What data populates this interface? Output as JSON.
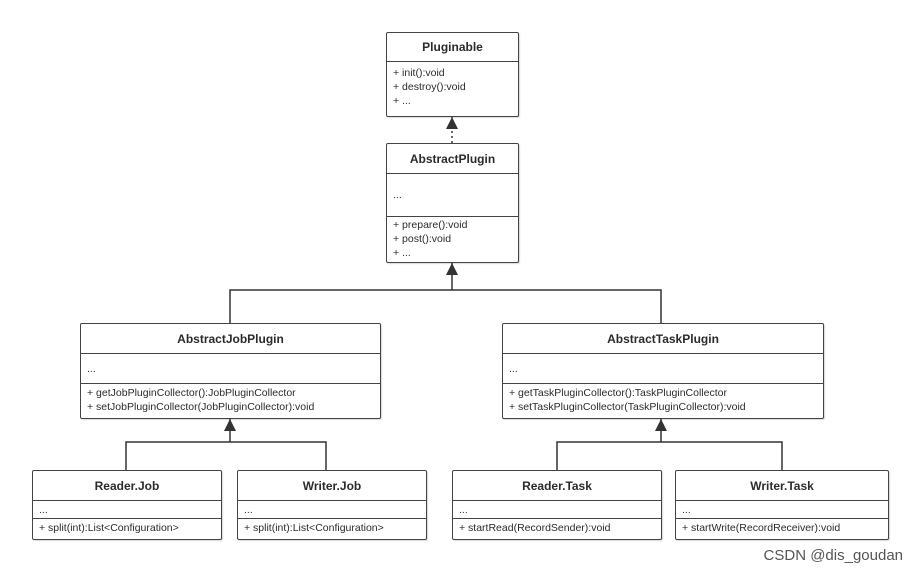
{
  "classes": {
    "pluginable": {
      "name": "Pluginable",
      "attrs": "",
      "ops": [
        "+ init():void",
        "+ destroy():void",
        "+ ..."
      ]
    },
    "abstract_plugin": {
      "name": "AbstractPlugin",
      "attrs": "...",
      "ops": [
        "+ prepare():void",
        "+ post():void",
        "+ ..."
      ]
    },
    "abstract_job_plugin": {
      "name": "AbstractJobPlugin",
      "attrs": "...",
      "ops": [
        "+ getJobPluginCollector():JobPluginCollector",
        "+ setJobPluginCollector(JobPluginCollector):void"
      ]
    },
    "abstract_task_plugin": {
      "name": "AbstractTaskPlugin",
      "attrs": "...",
      "ops": [
        "+ getTaskPluginCollector():TaskPluginCollector",
        "+ setTaskPluginCollector(TaskPluginCollector):void"
      ]
    },
    "reader_job": {
      "name": "Reader.Job",
      "attrs": "...",
      "ops": [
        "+ split(int):List<Configuration>"
      ]
    },
    "writer_job": {
      "name": "Writer.Job",
      "attrs": "...",
      "ops": [
        "+ split(int):List<Configuration>"
      ]
    },
    "reader_task": {
      "name": "Reader.Task",
      "attrs": "...",
      "ops": [
        "+ startRead(RecordSender):void"
      ]
    },
    "writer_task": {
      "name": "Writer.Task",
      "attrs": "...",
      "ops": [
        "+ startWrite(RecordReceiver):void"
      ]
    }
  },
  "watermark": "CSDN @dis_goudan"
}
